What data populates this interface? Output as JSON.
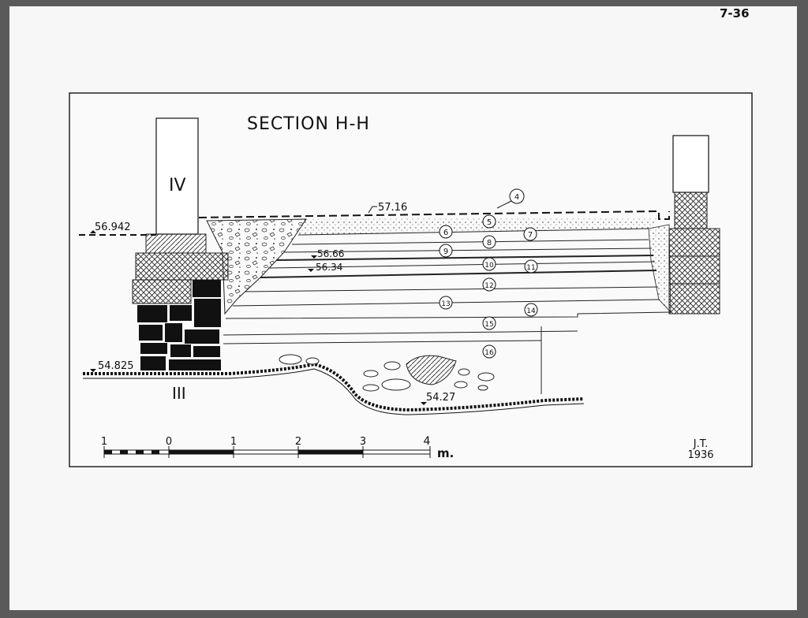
{
  "page": {
    "corner_label": "7-36"
  },
  "drawing": {
    "title": "SECTION H-H",
    "wall_labels": [
      "IV",
      "III"
    ],
    "levels": [
      "57.16",
      "56.942",
      "56.66",
      "56.34",
      "54.825",
      "54.27"
    ],
    "layers": [
      "4",
      "5",
      "6",
      "7",
      "8",
      "9",
      "10",
      "11",
      "12",
      "13",
      "14",
      "15",
      "16"
    ],
    "scale": {
      "ticks": [
        "1",
        "0",
        "1",
        "2",
        "3",
        "4"
      ],
      "unit": "m."
    },
    "signature": [
      "J.T.",
      "1936"
    ]
  }
}
